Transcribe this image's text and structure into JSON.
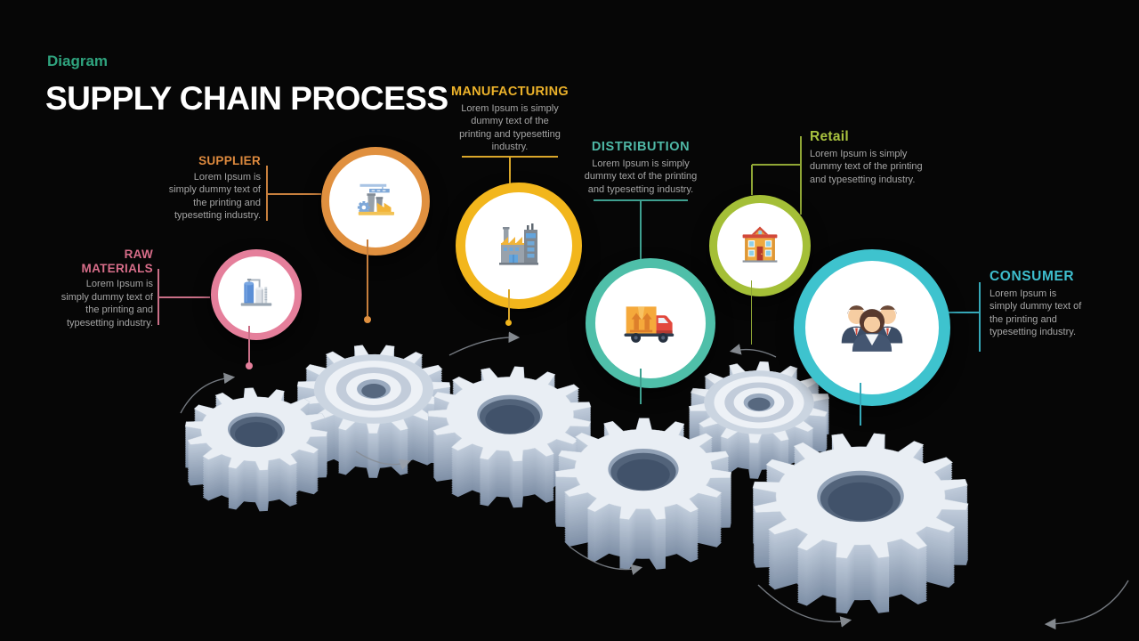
{
  "slide": {
    "eyebrow": "Diagram",
    "eyebrow_color": "#2FA37E",
    "title": "SUPPLY CHAIN PROCESS",
    "title_color": "#FFFFFF",
    "background_color": "#060606",
    "body_text_color": "#A5A5A5",
    "gear_color": "#E9EEF4"
  },
  "stages": [
    {
      "name": "raw-materials",
      "label": "RAW MATERIALS",
      "body": "Lorem Ipsum is simply dummy text of the printing and typesetting industry.",
      "label_color": "#D76D89",
      "ring_color": "#E57F9B",
      "line_color": "#C96F87",
      "icon": "storage-tanks-icon"
    },
    {
      "name": "supplier",
      "label": "SUPPLIER",
      "body": "Lorem Ipsum is simply dummy text of the printing and typesetting industry.",
      "label_color": "#DE8A3E",
      "ring_color": "#E0903F",
      "line_color": "#C77F3D",
      "icon": "factory-crane-icon"
    },
    {
      "name": "manufacturing",
      "label": "MANUFACTURING",
      "body": "Lorem Ipsum is simply dummy text of the printing and typesetting industry.",
      "label_color": "#ECB22A",
      "ring_color": "#F2B61C",
      "line_color": "#D9A62A",
      "icon": "factory-building-icon"
    },
    {
      "name": "distribution",
      "label": "DISTRIBUTION",
      "body": "Lorem Ipsum is simply dummy text of the printing and typesetting industry.",
      "label_color": "#4FB8A6",
      "ring_color": "#4FBFA9",
      "line_color": "#3FA090",
      "icon": "delivery-truck-icon"
    },
    {
      "name": "retail",
      "label": "Retail",
      "body": "Lorem Ipsum is simply dummy text of the printing and typesetting industry.",
      "label_color": "#A9C23F",
      "ring_color": "#A4BF37",
      "line_color": "#8FA635",
      "icon": "store-building-icon"
    },
    {
      "name": "consumer",
      "label": "CONSUMER",
      "body": "Lorem Ipsum is simply dummy text of the printing and typesetting industry.",
      "label_color": "#3EBECE",
      "ring_color": "#3EC3CE",
      "line_color": "#36A8B8",
      "icon": "group-of-people-icon"
    }
  ]
}
